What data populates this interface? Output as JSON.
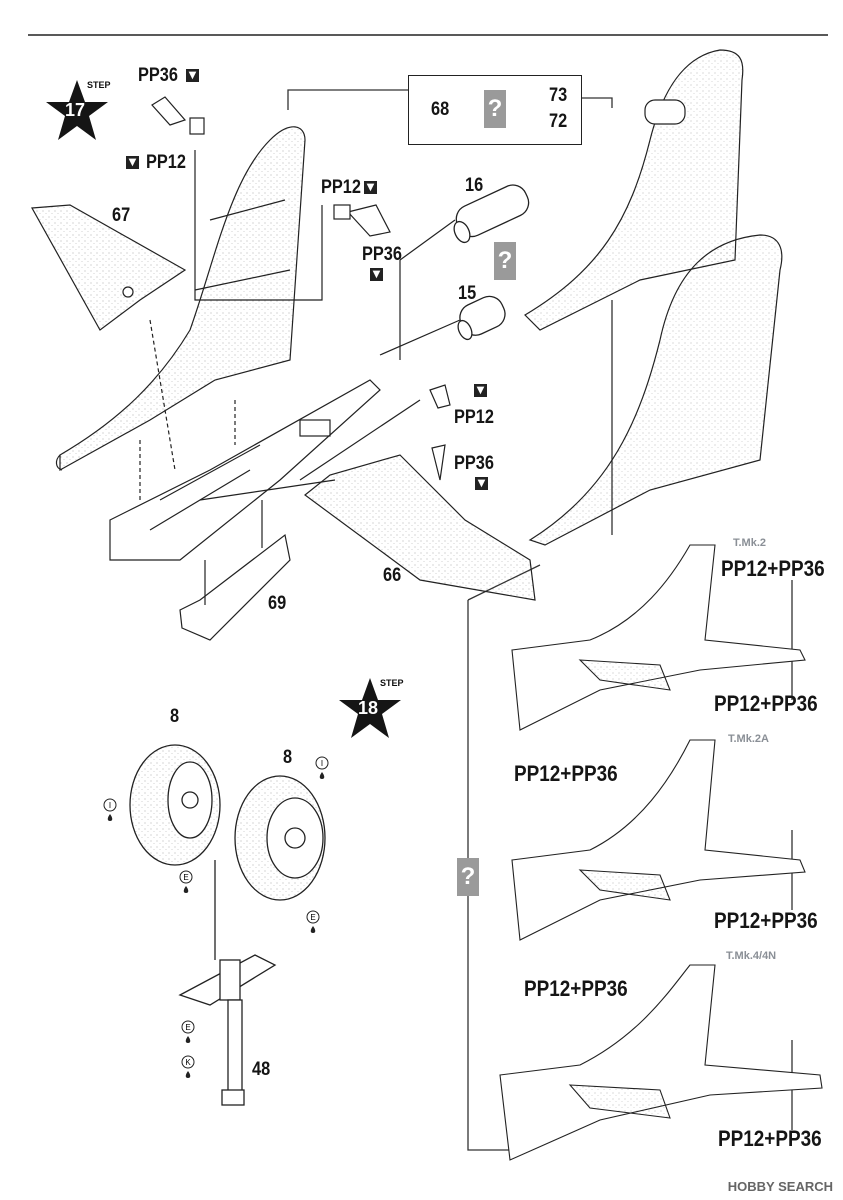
{
  "steps": [
    {
      "number": "17",
      "word": "STEP"
    },
    {
      "number": "18",
      "word": "STEP"
    }
  ],
  "parts": {
    "p67": "67",
    "p66": "66",
    "p69": "69",
    "p16": "16",
    "p15": "15",
    "p68": "68",
    "p73": "73",
    "p72": "72",
    "p8a": "8",
    "p8b": "8",
    "p48": "48"
  },
  "paints": {
    "pp36_top": "PP36",
    "pp12_left": "PP12",
    "pp12_mid": "PP12",
    "pp36_mid": "PP36",
    "pp12_right": "PP12",
    "pp36_right": "PP36"
  },
  "variants": {
    "v1": {
      "name": "T.Mk.2",
      "top": "PP12+PP36",
      "bottom": "PP12+PP36"
    },
    "v2": {
      "name": "T.Mk.2A",
      "top": "PP12+PP36",
      "bottom": "PP12+PP36"
    },
    "v3": {
      "name": "T.Mk.4/4N",
      "top": "PP12+PP36",
      "bottom": "PP12+PP36"
    }
  },
  "question_mark": "?",
  "paint_codes": {
    "i": "I",
    "e": "E",
    "k": "K"
  },
  "watermark": "HOBBY SEARCH",
  "icons": [
    "paint-bucket-icon",
    "question-mark-box-icon",
    "grease-drop-icon",
    "star-badge-icon"
  ],
  "colors": {
    "ink": "#1a1a1a",
    "grey_box": "#9a9a9a",
    "variant_label": "#8a8f96"
  }
}
